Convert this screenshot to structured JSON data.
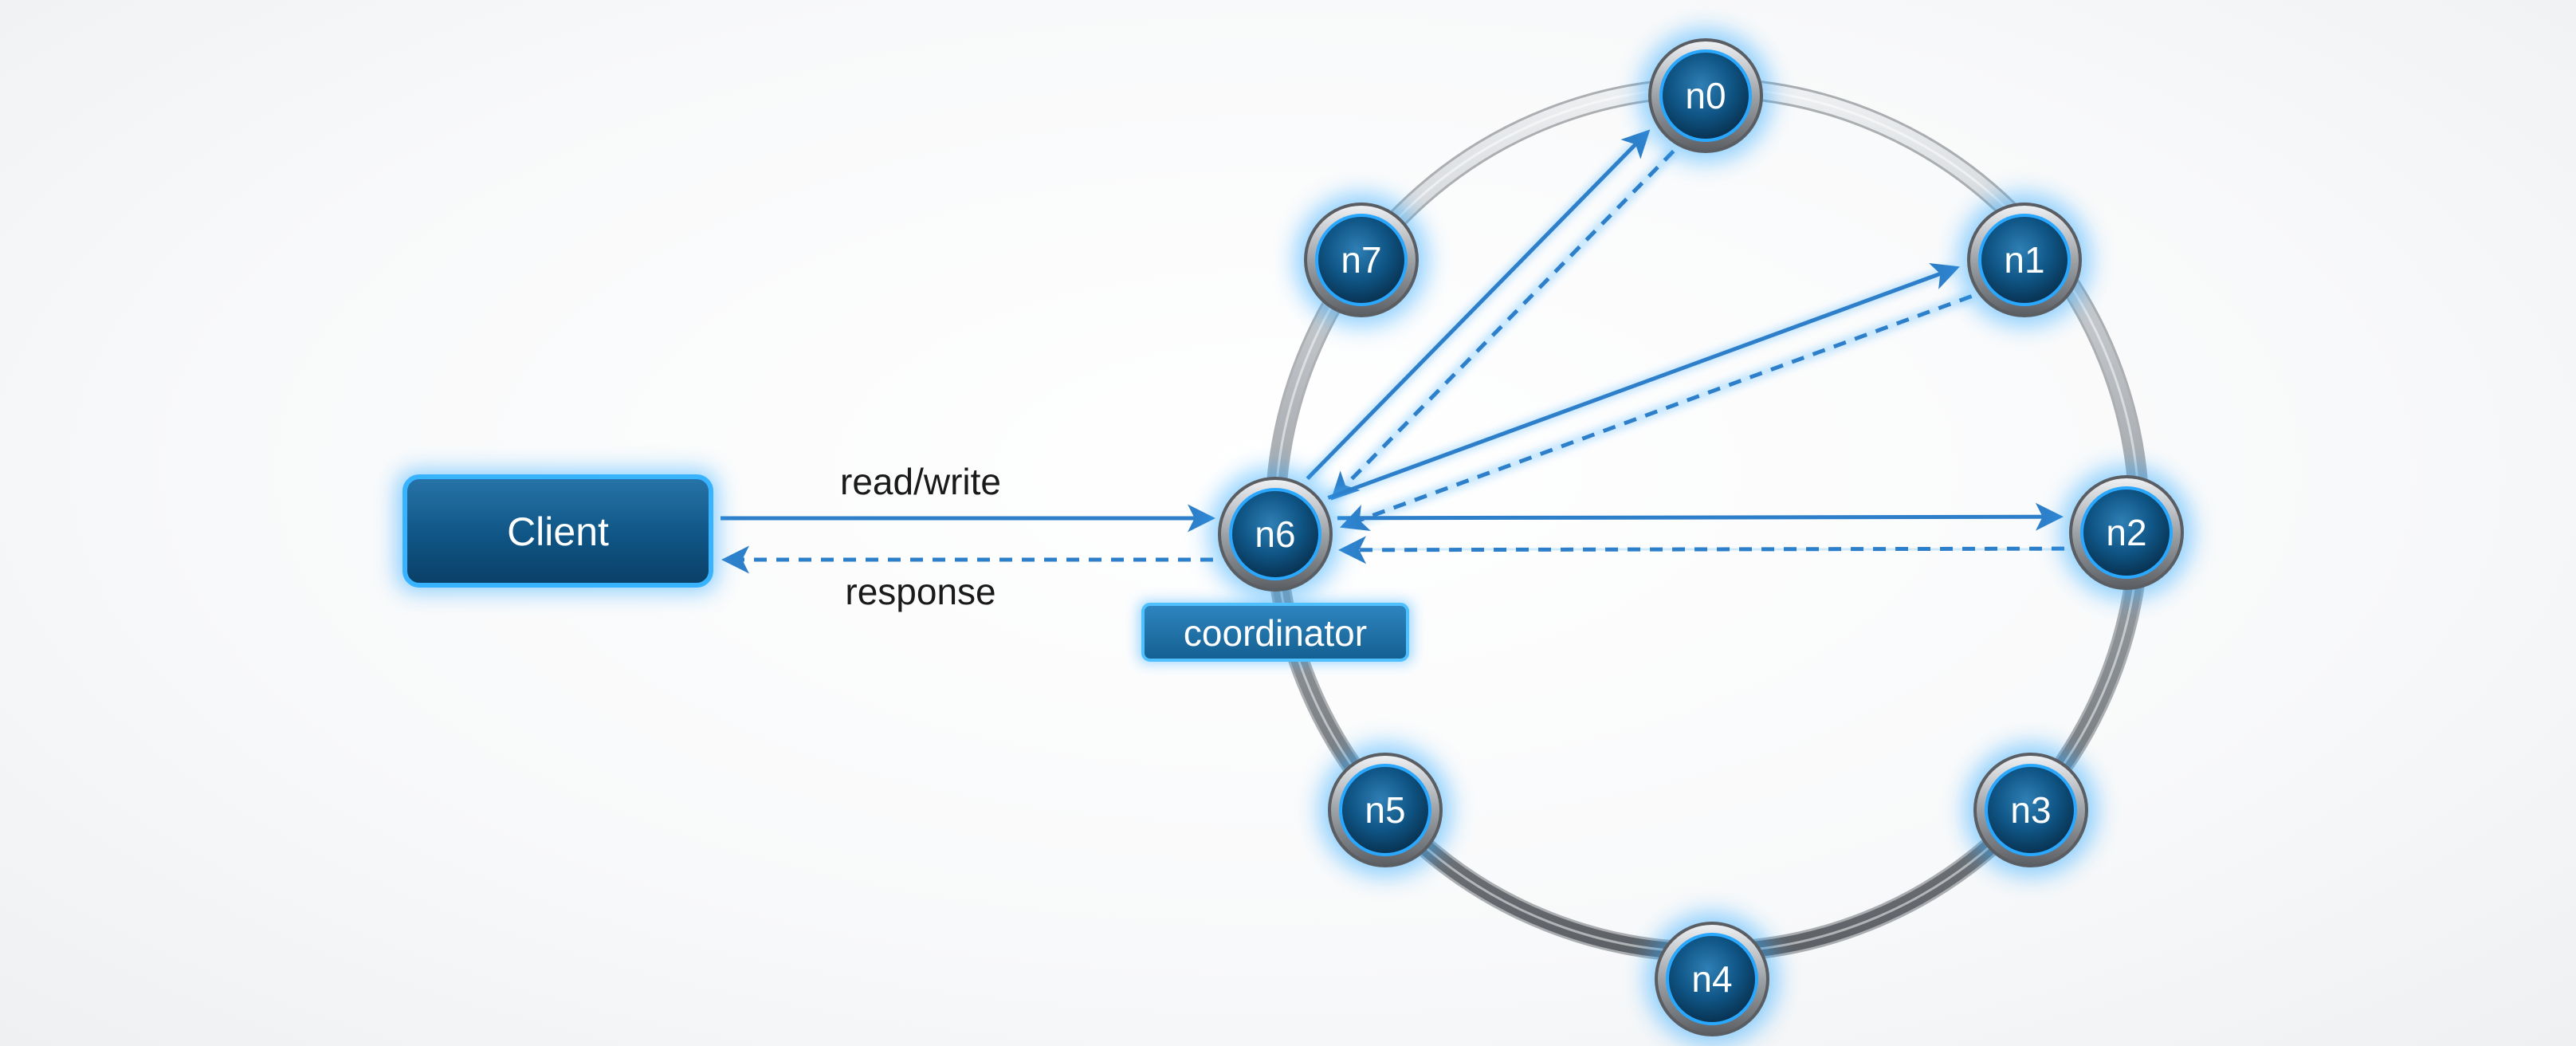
{
  "client": {
    "label": "Client"
  },
  "coordinator": {
    "node": "n6",
    "tag": "coordinator"
  },
  "edges": {
    "request_label": "read/write",
    "response_label": "response"
  },
  "ring": {
    "nodes": [
      "n0",
      "n1",
      "n2",
      "n3",
      "n4",
      "n5",
      "n6",
      "n7"
    ],
    "replicas": [
      "n0",
      "n1",
      "n2"
    ]
  },
  "colors": {
    "accent": "#2e7fc9",
    "node_fill": "#0d4e78",
    "glow": "#2aa7ff",
    "ring": "#8a8d91"
  }
}
